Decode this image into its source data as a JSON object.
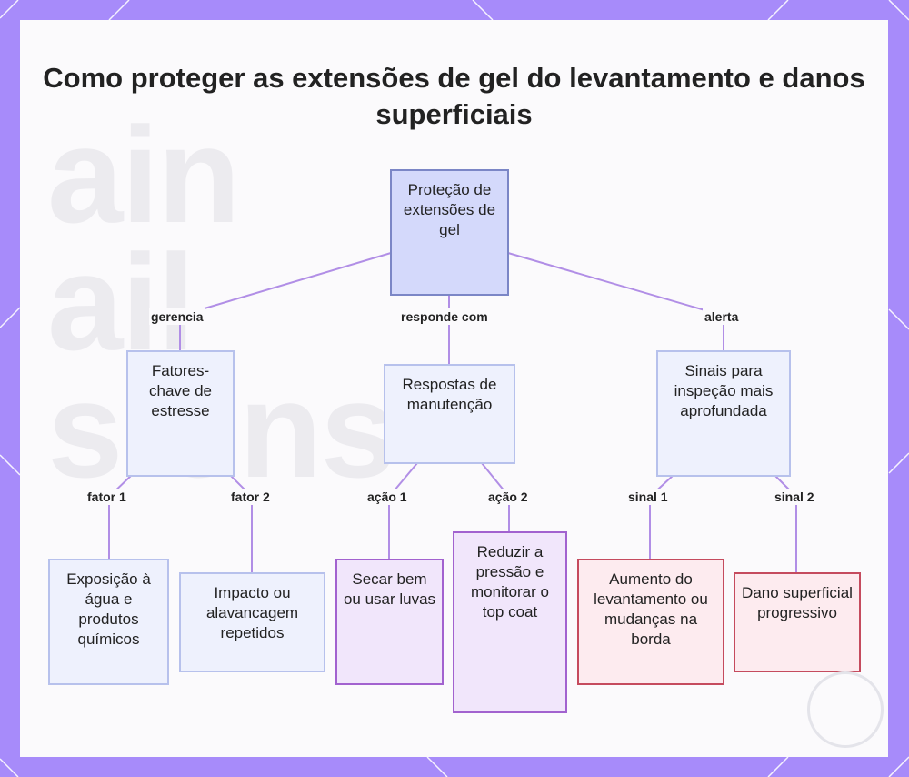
{
  "title": "Como proteger as extensões de gel do levantamento e danos superficiais",
  "watermark_lines": [
    "ain",
    "ail",
    "sions"
  ],
  "nodes": {
    "root": "Proteção de extensões de gel",
    "stress": "Fatores-chave de estresse",
    "maint": "Respostas de manutenção",
    "signs": "Sinais para inspeção mais aprofundada",
    "water": "Exposição à água e produtos químicos",
    "impact": "Impacto ou alavancagem repetidos",
    "dry": "Secar bem ou usar luvas",
    "pressure": "Reduzir a pressão e monitorar o top coat",
    "lift": "Aumento do levantamento ou mudanças na borda",
    "damage": "Dano superficial progressivo"
  },
  "edges": {
    "gerencia": "gerencia",
    "responde": "responde com",
    "alerta": "alerta",
    "fator1": "fator 1",
    "fator2": "fator 2",
    "acao1": "ação 1",
    "acao2": "ação 2",
    "sinal1": "sinal 1",
    "sinal2": "sinal 2"
  },
  "colors": {
    "frame": "#a78bfa",
    "connector": "#b18ee6",
    "root_fill": "#d4d9fb",
    "blue_fill": "#eef1fd",
    "purple_fill": "#f1e6fb",
    "red_fill": "#fdebef"
  }
}
